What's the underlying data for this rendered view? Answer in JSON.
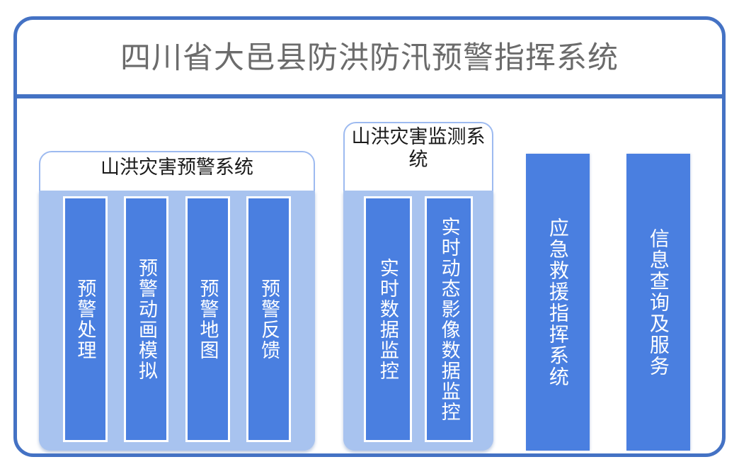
{
  "header": {
    "title": "四川省大邑县防洪防汛预警指挥系统",
    "title_color": "#6b6b6b",
    "divider_color": "#4472c4"
  },
  "theme": {
    "frame_border": "#4472c4",
    "panel_fill": "#a8c3ef",
    "panel_outline": "#9dbaf0",
    "bar_fill": "#4a7fe0",
    "bar_border": "#ffffff",
    "bar_text": "#ffffff",
    "group_title_text": "#1a1a1a",
    "page_background": "#ffffff"
  },
  "diagram": {
    "type": "block-diagram",
    "groups": [
      {
        "name": "warning-system",
        "title": "山洪灾害预警系统",
        "modules": [
          {
            "name": "warning-processing",
            "label": "预警处理"
          },
          {
            "name": "warning-animation-simulation",
            "label": "预警动画模拟"
          },
          {
            "name": "warning-map",
            "label": "预警地图"
          },
          {
            "name": "warning-feedback",
            "label": "预警反馈"
          }
        ]
      },
      {
        "name": "monitoring-system",
        "title": "山洪灾害监测系统",
        "modules": [
          {
            "name": "realtime-data-monitoring",
            "label": "实时数据监控"
          },
          {
            "name": "realtime-dynamic-imagery-data-monitoring",
            "label": "实时动态影像数据监控"
          }
        ]
      }
    ],
    "standalone_modules": [
      {
        "name": "emergency-rescue-command-system",
        "label": "应急救援指挥系统"
      },
      {
        "name": "information-query-and-service",
        "label": "信息查询及服务"
      }
    ]
  }
}
